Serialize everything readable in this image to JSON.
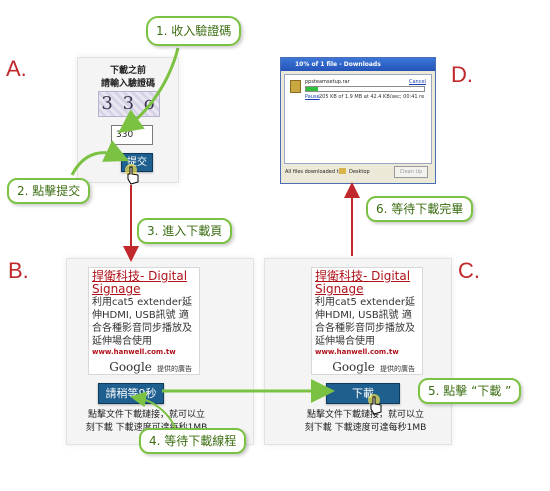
{
  "labels": {
    "a": "A.",
    "b": "B.",
    "c": "C.",
    "d": "D."
  },
  "captcha": {
    "heading1": "下載之前",
    "heading2": "請輸入驗證碼",
    "code_image_text": "3 3 o",
    "input_value": "330",
    "submit_label": "提交"
  },
  "callouts": {
    "step1": "1. 收入驗證碼",
    "step2": "2. 點擊提交",
    "step3": "3. 進入下載頁",
    "step4": "4. 等待下載線程",
    "step5": "5. 點擊 “下載 ”",
    "step6": "6. 等待下載完畢"
  },
  "ad": {
    "title": "捍衛科技- Digital Signage",
    "body": "利用cat5 extender延伸HDMI, USB訊號 適合各種影音同步播放及延伸場合使用",
    "url": "www.hanwell.com.tw",
    "google": "Google",
    "provided_by": "提供的廣告"
  },
  "page_b": {
    "button_label": "請稍等9秒",
    "note": "點擊文件下載鏈接，就可以立刻下載 下載速度可達每秒1MB"
  },
  "page_c": {
    "button_label": "下載",
    "note": "點擊文件下載鏈接，就可以立刻下載 下載速度可達每秒1MB"
  },
  "download_window": {
    "title": "10% of 1 file - Downloads",
    "filename": "ppsteamsetup.rar",
    "cancel": "Cancel",
    "pause": "Pause",
    "status": "205 KB of 1.9 MB at 42.4 KB/sec; 00:41 re",
    "progress": 0.1,
    "footer_label": "All files downloaded to:",
    "footer_folder": "Desktop",
    "clean_up": "Clean Up"
  },
  "colors": {
    "accent_green": "#7cc242",
    "arrow_red": "#c0282c",
    "button_blue": "#1f5f8f"
  }
}
